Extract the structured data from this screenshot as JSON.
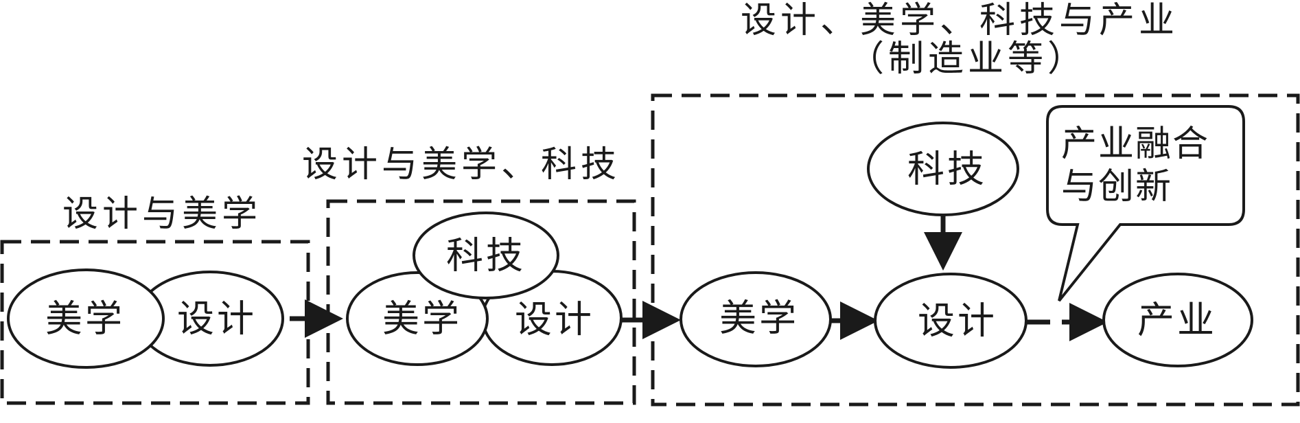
{
  "stages": [
    {
      "id": "stage1",
      "title": "设计与美学"
    },
    {
      "id": "stage2",
      "title": "设计与美学、科技"
    },
    {
      "id": "stage3",
      "title_line1": "设计、美学、科技与产业",
      "title_line2": "（制造业等）"
    }
  ],
  "nodes": {
    "s1_meixue": "美学",
    "s1_sheji": "设计",
    "s2_keji": "科技",
    "s2_meixue": "美学",
    "s2_sheji": "设计",
    "s3_meixue": "美学",
    "s3_keji": "科技",
    "s3_sheji": "设计",
    "s3_chanye": "产业"
  },
  "callout": {
    "line1": "产业融合",
    "line2": "与创新"
  },
  "colors": {
    "stroke": "#1a1a1a",
    "background": "#ffffff"
  }
}
